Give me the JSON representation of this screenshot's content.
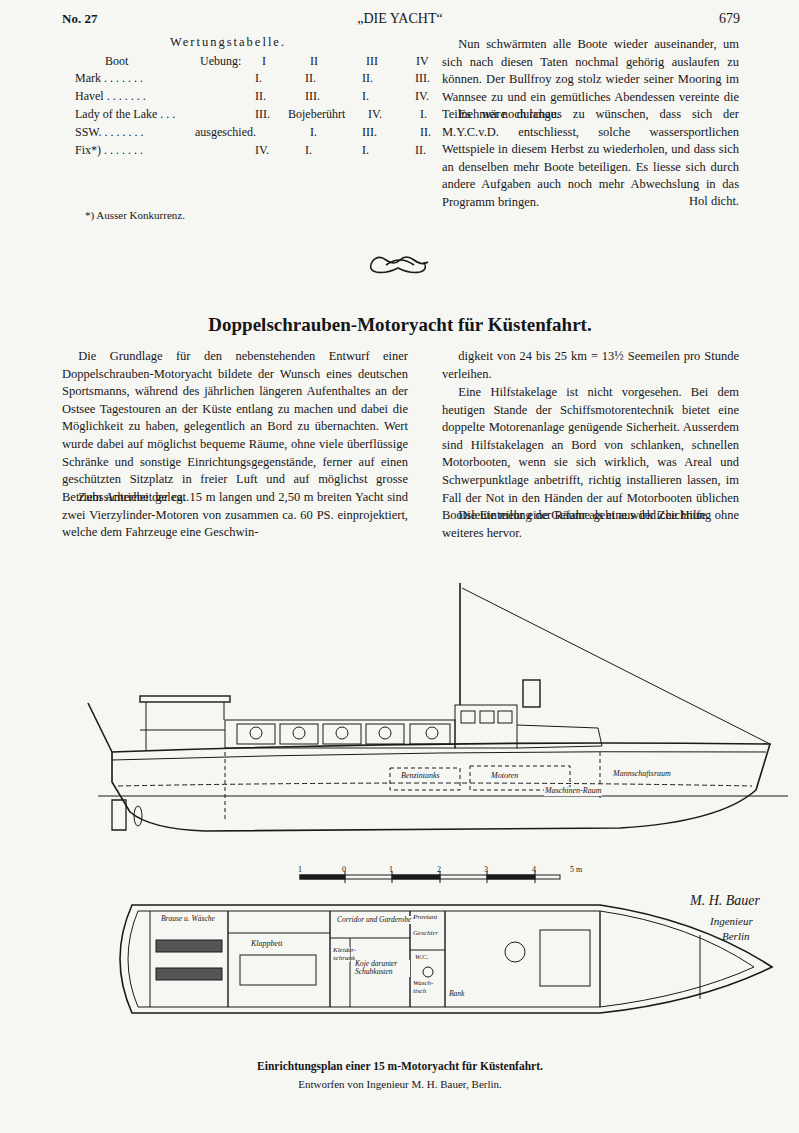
{
  "diagram": {
    "title": "Doppelschrauben-Motoryacht für Küstenfahrt.",
    "caption": "Einrichtungsplan einer 15 m-Motoryacht für Küstenfahrt.",
    "labels": [
      "No. 27",
      "„DIE YACHT“",
      "679",
      "Wertungstabelle.",
      "Boot",
      "Uebung:",
      "I",
      "II",
      "III",
      "IV",
      "Mark . . . . . . .",
      "I.",
      "II.",
      "II.",
      "III.",
      "Havel . . . . . . .",
      "II.",
      "III.",
      "I.",
      "IV.",
      "Lady of the Lake . . .",
      "III.",
      "Bojeberührt",
      "IV.",
      "I.",
      "SSW. . . . . . . .",
      "ausgeschied.",
      "I.",
      "III.",
      "II.",
      "Fix*) . . . . . . .",
      "IV.",
      "I.",
      "I.",
      "II.",
      "*) Ausser Konkurrenz.",
      "Nun schwärmten alle Boote wieder auseinander, um sich nach diesen Taten nochmal gehörig auslaufen zu können. Der Bullfroy zog stolz wieder seiner Mooring im Wannsee zu und ein gemütliches Abendessen vereinte die Teilnehmer noch lange.",
      "Es wäre durchaus zu wünschen, dass sich der M.Y.C.v.D. entschliesst, solche wassersportlichen Wettspiele in diesem Herbst zu wiederholen, und dass sich an denselben mehr Boote beteiligen. Es liesse sich durch andere Aufgaben auch noch mehr Abwechslung in das Programm bringen.",
      "Hol dicht.",
      "Die Grundlage für den nebenstehenden Entwurf einer Doppelschrauben-Motoryacht bildete der Wunsch eines deutschen Sportsmanns, während des jährlichen längeren Aufenthaltes an der Ostsee Tagestouren an der Küste entlang zu machen und dabei die Möglichkeit zu haben, gelegentlich an Bord zu übernachten. Wert wurde dabei auf möglichst bequeme Räume, ohne viele überflüssige Schränke und sonstige Einrichtungsgegenstände, ferner auf einen geschützten Sitzplatz in freier Luft und auf möglichst grosse Betriebssicherheit gelegt.",
      "Zum Antriebe der ca. 15 m langen und 2,50 m breiten Yacht sind zwei Vierzylinder-Motoren von zusammen ca. 60 PS. einprojektiert, welche dem Fahrzeuge eine Geschwin-",
      "digkeit von 24 bis 25 km = 13½ Seemeilen pro Stunde verleihen.",
      "Eine Hilfstakelage ist nicht vorgesehen. Bei dem heutigen Stande der Schiffsmotorentechnik bietet eine doppelte Motorenanlage genügende Sicherheit. Ausserdem sind Hilfstakelagen an Bord von schlanken, schnellen Motorbooten, wenn sie sich wirklich, was Areal und Schwerpunktlage anbetrifft, richtig installieren lassen, im Fall der Not in den Händen der auf Motorbooten üblichen Bootsleute mehr eine Gefahr als eine wirkliche Hilfe.",
      "Die Einteilung der Räume geht aus der Zeichnung ohne weiteres hervor.",
      "Mannschaftsraum",
      "Benzintanks",
      "Motoren",
      "Maschinen-Raum",
      "1",
      "0",
      "1",
      "2",
      "3",
      "4",
      "5 m",
      "Brause u. Wäsche",
      "Klappbett",
      "Kleider-schrank",
      "Corridor und Garderobe",
      "Koje darunter Schubkasten",
      "Proviant",
      "Geschirr",
      "Wasch-tisch",
      "W.C.",
      "Bank",
      "M. H. Bauer",
      "Ingenieur",
      "Berlin",
      "Entworfen von Ingenieur M. H. Bauer, Berlin."
    ]
  }
}
